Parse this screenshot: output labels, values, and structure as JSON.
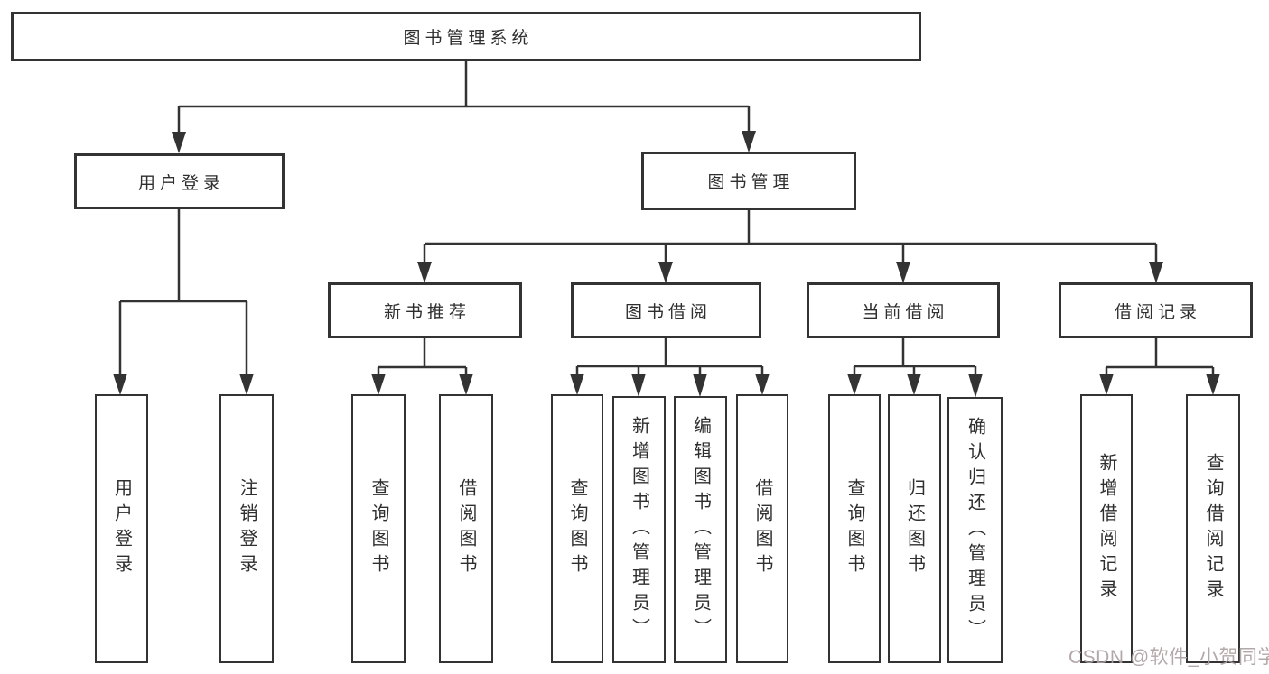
{
  "tree": {
    "root": {
      "label": "图书管理系统"
    },
    "branches": [
      {
        "label": "用户登录",
        "leaves": [
          {
            "label": "用户登录"
          },
          {
            "label": "注销登录"
          }
        ]
      },
      {
        "label": "图书管理",
        "groups": [
          {
            "label": "新书推荐",
            "leaves": [
              {
                "label": "查询图书"
              },
              {
                "label": "借阅图书"
              }
            ]
          },
          {
            "label": "图书借阅",
            "leaves": [
              {
                "label": "查询图书"
              },
              {
                "label": "新增图书（管理员）"
              },
              {
                "label": "编辑图书（管理员）"
              },
              {
                "label": "借阅图书"
              }
            ]
          },
          {
            "label": "当前借阅",
            "leaves": [
              {
                "label": "查询图书"
              },
              {
                "label": "归还图书"
              },
              {
                "label": "确认归还（管理员）"
              }
            ]
          },
          {
            "label": "借阅记录",
            "leaves": [
              {
                "label": "新增借阅记录"
              },
              {
                "label": "查询借阅记录"
              }
            ]
          }
        ]
      }
    ]
  },
  "watermark": {
    "text": "CSDN @软件_小贺同学"
  },
  "colors": {
    "line": "#333333",
    "text": "#2f2f2f",
    "background": "#ffffff",
    "watermark": "#ab9f9f"
  }
}
